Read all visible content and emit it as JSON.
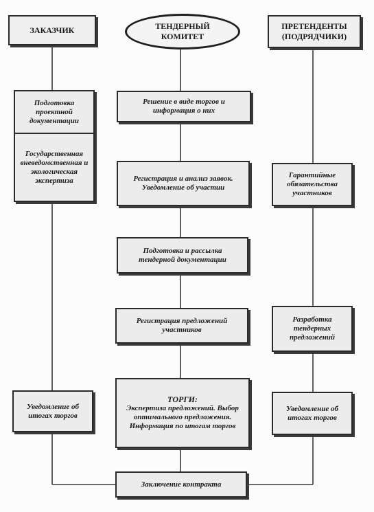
{
  "headers": {
    "customer": "ЗАКАЗЧИК",
    "committee": "ТЕНДЕРНЫЙ КОМИТЕТ",
    "contractors": "ПРЕТЕНДЕНТЫ (ПОДРЯДЧИКИ)"
  },
  "customer_column": {
    "project_docs": "Подготовка проектной документации",
    "expertise": "Государственная вневедомственная и экологическая экспертиза",
    "notification": "Уведомление об итогах торгов"
  },
  "committee_column": {
    "decision": "Решение в виде торгов и информация о них",
    "registration": "Регистрация и анализ заявок. Уведомление об участии",
    "tender_docs": "Подготовка и рассылка тендерной документации",
    "offers_registration": "Регистрация предложений участников",
    "auction_title": "ТОРГИ:",
    "auction_text": "Экспертиза предложений. Выбор оптимального предложения. Информация по итогам торгов"
  },
  "contractors_column": {
    "guarantees": "Гарантийные обязательства участников",
    "proposals": "Разработка тендерных предложений",
    "notification": "Уведомление об итогах торгов"
  },
  "bottom": {
    "contract": "Заключение контракта"
  }
}
